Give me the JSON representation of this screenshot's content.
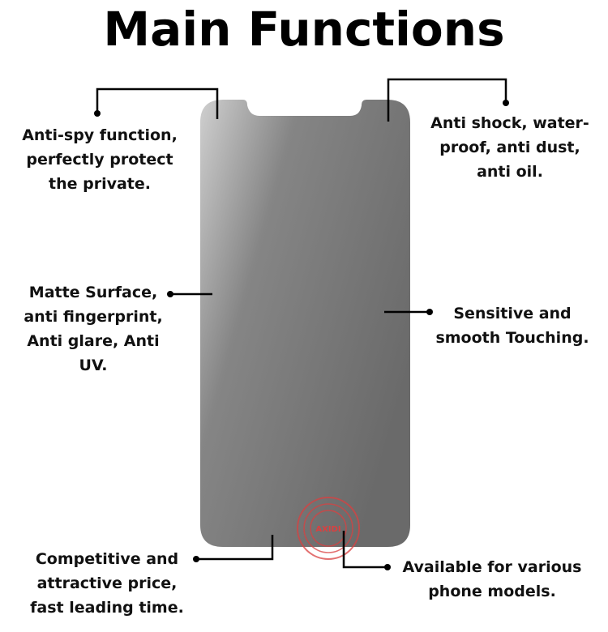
{
  "title": "Main Functions",
  "features": [
    {
      "id": "anti-spy",
      "lines": [
        "Anti-spy function,",
        "perfectly protect",
        "the private."
      ]
    },
    {
      "id": "anti-shock",
      "lines": [
        "Anti shock, water-",
        "proof, anti dust,",
        "anti oil."
      ]
    },
    {
      "id": "matte",
      "lines": [
        "Matte Surface,",
        "anti fingerprint,",
        "Anti glare, Anti",
        "UV."
      ]
    },
    {
      "id": "sensitive",
      "lines": [
        "Sensitive and",
        "smooth Touching."
      ]
    },
    {
      "id": "competitive",
      "lines": [
        "Competitive and",
        "attractive price,",
        "fast leading time."
      ]
    },
    {
      "id": "available",
      "lines": [
        "Available for various",
        "phone models."
      ]
    }
  ],
  "stamp": {
    "text": "AXIDI",
    "color": "#d94040"
  },
  "colors": {
    "screen_light": "#c8c8c8",
    "screen_dark": "#6a6a6a",
    "lines": "#000000"
  }
}
